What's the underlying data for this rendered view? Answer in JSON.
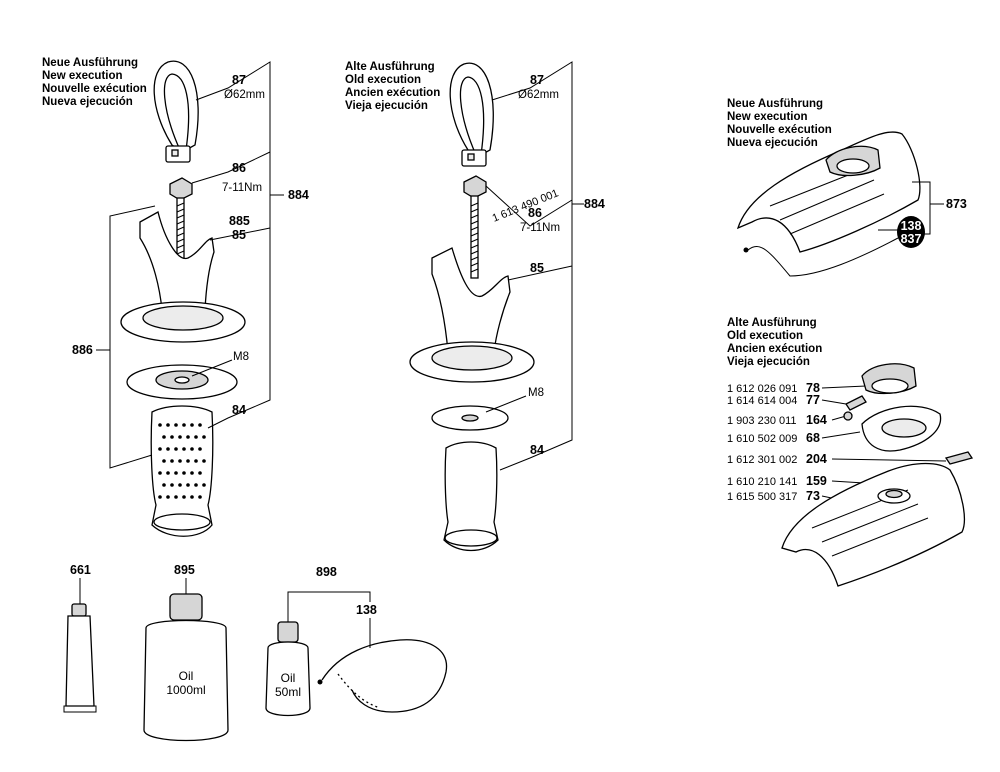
{
  "header_new": [
    "Neue Ausführung",
    "New execution",
    "Nouvelle exécution",
    "Nueva ejecución"
  ],
  "header_old": [
    "Alte Ausführung",
    "Old execution",
    "Ancien exécution",
    "Vieja ejecución"
  ],
  "left": {
    "n87": "87",
    "diam": "Ø62mm",
    "n86": "86",
    "torque": "7-11Nm",
    "n884": "884",
    "n885": "885",
    "n85": "85",
    "n886": "886",
    "m8": "M8",
    "n84": "84"
  },
  "mid": {
    "n87": "87",
    "diam": "Ø62mm",
    "pn": "1 613 490 001",
    "n86": "86",
    "torque": "7-11Nm",
    "n884": "884",
    "n85": "85",
    "m8": "M8",
    "n84": "84"
  },
  "right_top": {
    "n873": "873",
    "n138": "138",
    "n837": "837"
  },
  "parts_list": [
    {
      "pn": "1 612 026 091",
      "ref": "78"
    },
    {
      "pn": "1 614 614 004",
      "ref": "77"
    },
    {
      "pn": "1 903 230 011",
      "ref": "164"
    },
    {
      "pn": "1 610 502 009",
      "ref": "68"
    },
    {
      "pn": "1 612 301 002",
      "ref": "204"
    },
    {
      "pn": "1 610 210 141",
      "ref": "159"
    },
    {
      "pn": "1 615 500 317",
      "ref": "73"
    }
  ],
  "bottom": {
    "n661": "661",
    "n895": "895",
    "oil_big_1": "Oil",
    "oil_big_2": "1000ml",
    "n898": "898",
    "n138": "138",
    "oil_small_1": "Oil",
    "oil_small_2": "50ml"
  }
}
